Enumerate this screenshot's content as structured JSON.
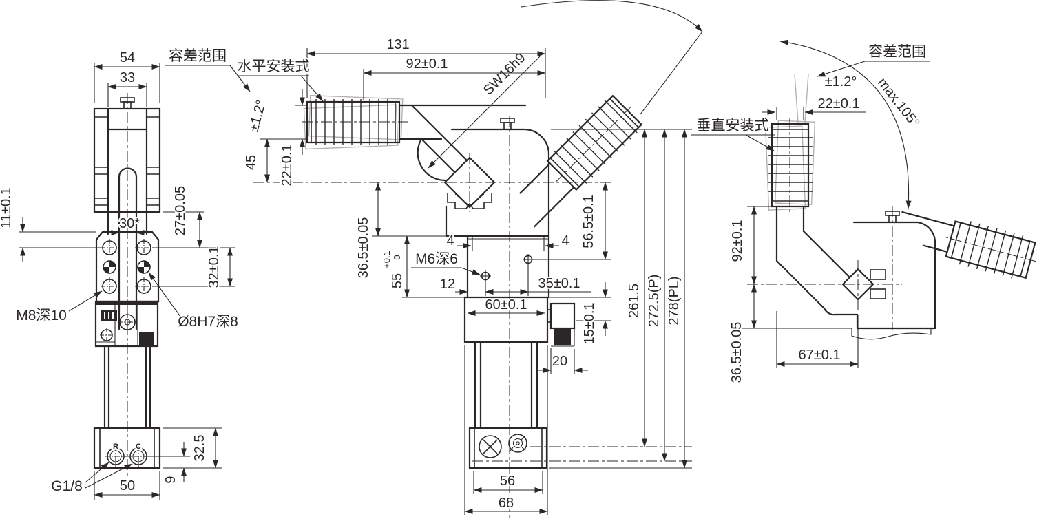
{
  "drawing_type": "clamp-cylinder-dimension-drawing",
  "colors": {
    "line": "#2b2627",
    "tolerance_zone": "#b3b0b0",
    "background": "#ffffff"
  },
  "front_view": {
    "dims": {
      "w54": "54",
      "w33": "33",
      "w30": "30*",
      "v11": "11±0.1",
      "v27": "27±0.05",
      "v32": "32±0.1",
      "v32_5": "32.5",
      "v9": "9",
      "w50": "50"
    },
    "labels": {
      "m8": "M8深10",
      "dowel": "Ø8H7深8",
      "g18": "G1/8",
      "port_r": "R",
      "port_c": "C"
    }
  },
  "side_view": {
    "labels": {
      "tol": "容差范围",
      "mount": "水平安装式",
      "hex": "SW16h9",
      "m6": "M6深6"
    },
    "dims": {
      "angle": "±1.2°",
      "l131": "131",
      "l92": "92±0.1",
      "v45": "45",
      "v22": "22±0.1",
      "v36_5": "36.5±0.05",
      "v55": "55",
      "v55p": "+0.1",
      "v55m": "0",
      "e4l": "4",
      "e4r": "4",
      "w12": "12",
      "w35": "35±0.1",
      "w60": "60±0.1",
      "v56_5": "56.5±0.1",
      "v15": "15±0.1",
      "w20": "20",
      "v261": "261.5",
      "v272": "272.5(P)",
      "v278": "278(PL)",
      "w56": "56",
      "w68": "68"
    }
  },
  "end_view": {
    "labels": {
      "tol": "容差范围",
      "mount": "垂直安装式"
    },
    "dims": {
      "angle": "±1.2°",
      "w22": "22±0.1",
      "swing": "max.105°",
      "v92": "92±0.1",
      "v36_5": "36.5±0.05",
      "w67": "67±0.1"
    }
  }
}
